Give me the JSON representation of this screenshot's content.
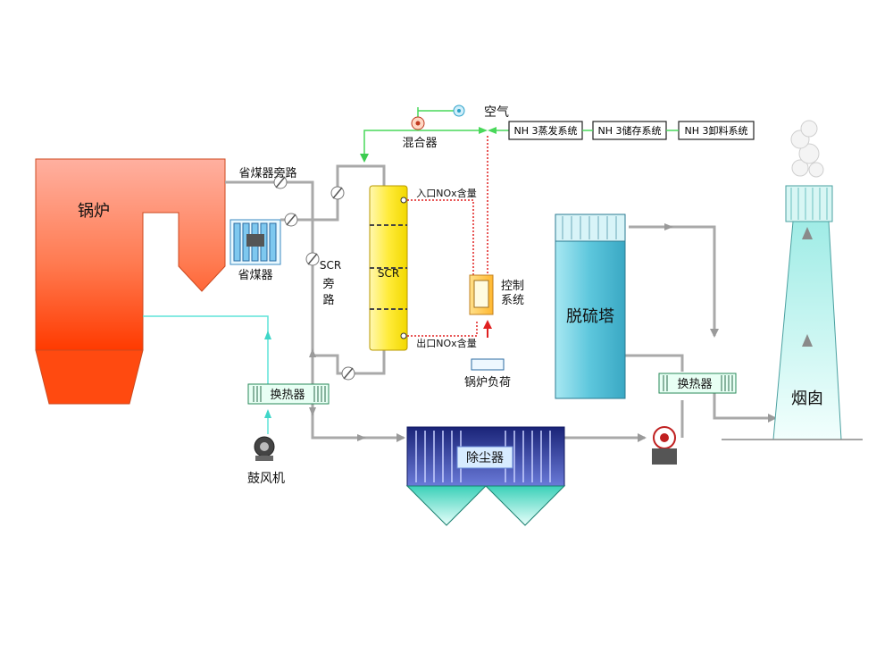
{
  "labels": {
    "boiler": "锅炉",
    "economizer_bypass": "省煤器旁路",
    "economizer": "省煤器",
    "scr_bypass_1": "SCR",
    "scr_bypass_2": "旁",
    "scr_bypass_3": "路",
    "scr": "SCR",
    "air": "空气",
    "mixer": "混合器",
    "nh3_evap": "NH 3蒸发系统",
    "nh3_storage": "NH 3储存系统",
    "nh3_unload": "NH 3卸料系统",
    "inlet_nox": "入口NOx含量",
    "outlet_nox": "出口NOx含量",
    "control_1": "控制",
    "control_2": "系统",
    "boiler_load": "锅炉负荷",
    "heat_exchanger_left": "换热器",
    "blower": "鼓风机",
    "dust_collector": "除尘器",
    "desulfurization_tower": "脱硫塔",
    "heat_exchanger_right": "换热器",
    "chimney": "烟囱"
  },
  "colors": {
    "flue_gas": "#a9a9a9",
    "air_line": "#5fe3d8",
    "ammonia_line": "#e02020",
    "mixer_line": "#49d85a",
    "boiler_top": "#ff9a8a",
    "boiler_bottom": "#ff4a10",
    "scr_body": "#ffef5a",
    "dust_body": "#2a3a9a",
    "tower_body": "#6fd0e0",
    "chimney_body": "#c8f0ee"
  }
}
